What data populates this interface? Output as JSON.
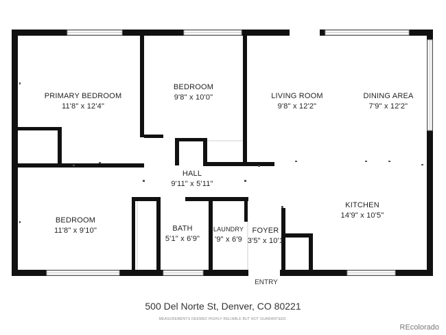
{
  "rooms": {
    "primary_bedroom": {
      "name": "PRIMARY BEDROOM",
      "dims": "11'8\" x 12'4\""
    },
    "bedroom_top": {
      "name": "BEDROOM",
      "dims": "9'8\" x 10'0\""
    },
    "living_room": {
      "name": "LIVING ROOM",
      "dims": "9'8\" x 12'2\""
    },
    "dining_area": {
      "name": "DINING AREA",
      "dims": "7'9\" x 12'2\""
    },
    "hall": {
      "name": "HALL",
      "dims": "9'11\" x 5'11\""
    },
    "bedroom_bottom": {
      "name": "BEDROOM",
      "dims": "11'8\" x 9'10\""
    },
    "bath": {
      "name": "BATH",
      "dims": "5'1\" x 6'9\""
    },
    "laundry": {
      "name": "LAUNDRY",
      "dims": "'9\" x 6'9"
    },
    "foyer": {
      "name": "FOYER",
      "dims": "3'5\" x 10'1"
    },
    "kitchen": {
      "name": "KITCHEN",
      "dims": "14'9\" x 10'5\""
    }
  },
  "entry_label": "ENTRY",
  "address": "500 Del Norte St, Denver, CO 80221",
  "disclaimer": "MEASUREMENTS DEEMED HIGHLY RELIABLE BUT NOT GUARANTEED.",
  "brand": "REcolorado",
  "colors": {
    "wall": "#111111",
    "background": "#ffffff",
    "window": "#9a9a9a"
  }
}
